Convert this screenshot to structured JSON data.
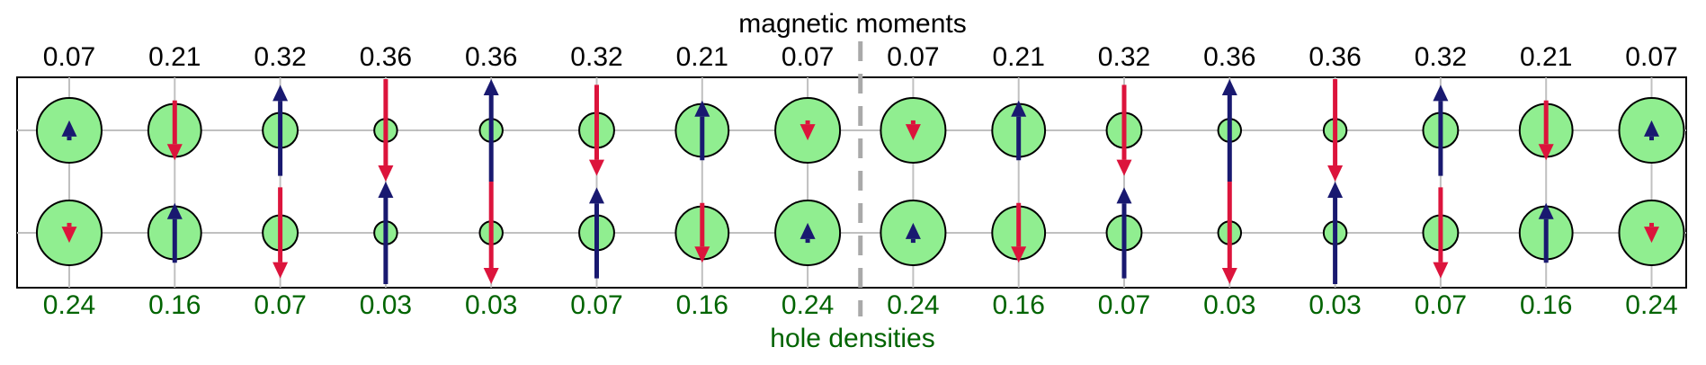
{
  "top_title": "magnetic moments",
  "bottom_title": "hole densities",
  "magnetic_moments": [
    "0.07",
    "0.21",
    "0.32",
    "0.36",
    "0.36",
    "0.32",
    "0.21",
    "0.07",
    "0.07",
    "0.21",
    "0.32",
    "0.36",
    "0.36",
    "0.32",
    "0.21",
    "0.07"
  ],
  "hole_densities": [
    "0.24",
    "0.16",
    "0.07",
    "0.03",
    "0.03",
    "0.07",
    "0.16",
    "0.24",
    "0.24",
    "0.16",
    "0.07",
    "0.03",
    "0.03",
    "0.07",
    "0.16",
    "0.24"
  ],
  "colors": {
    "spin_up": "#191970",
    "spin_down": "#dc143c",
    "hole": "#90ee90",
    "grid": "#c0c0c0",
    "hole_label": "#006400",
    "divider": "#a9a9a9"
  },
  "chart_data": {
    "type": "lattice",
    "rows": 2,
    "columns": 16,
    "moments_per_column": [
      0.07,
      0.21,
      0.32,
      0.36,
      0.36,
      0.32,
      0.21,
      0.07,
      0.07,
      0.21,
      0.32,
      0.36,
      0.36,
      0.32,
      0.21,
      0.07
    ],
    "hole_density_per_column": [
      0.24,
      0.16,
      0.07,
      0.03,
      0.03,
      0.07,
      0.16,
      0.24,
      0.24,
      0.16,
      0.07,
      0.03,
      0.03,
      0.07,
      0.16,
      0.24
    ],
    "spins_row_top": [
      "up",
      "down",
      "up",
      "down",
      "up",
      "down",
      "up",
      "down",
      "down",
      "up",
      "down",
      "up",
      "down",
      "up",
      "down",
      "up"
    ],
    "spins_row_bottom": [
      "down",
      "up",
      "down",
      "up",
      "down",
      "up",
      "down",
      "up",
      "up",
      "down",
      "up",
      "down",
      "up",
      "down",
      "up",
      "down"
    ],
    "domain_wall_after_column": 8
  }
}
